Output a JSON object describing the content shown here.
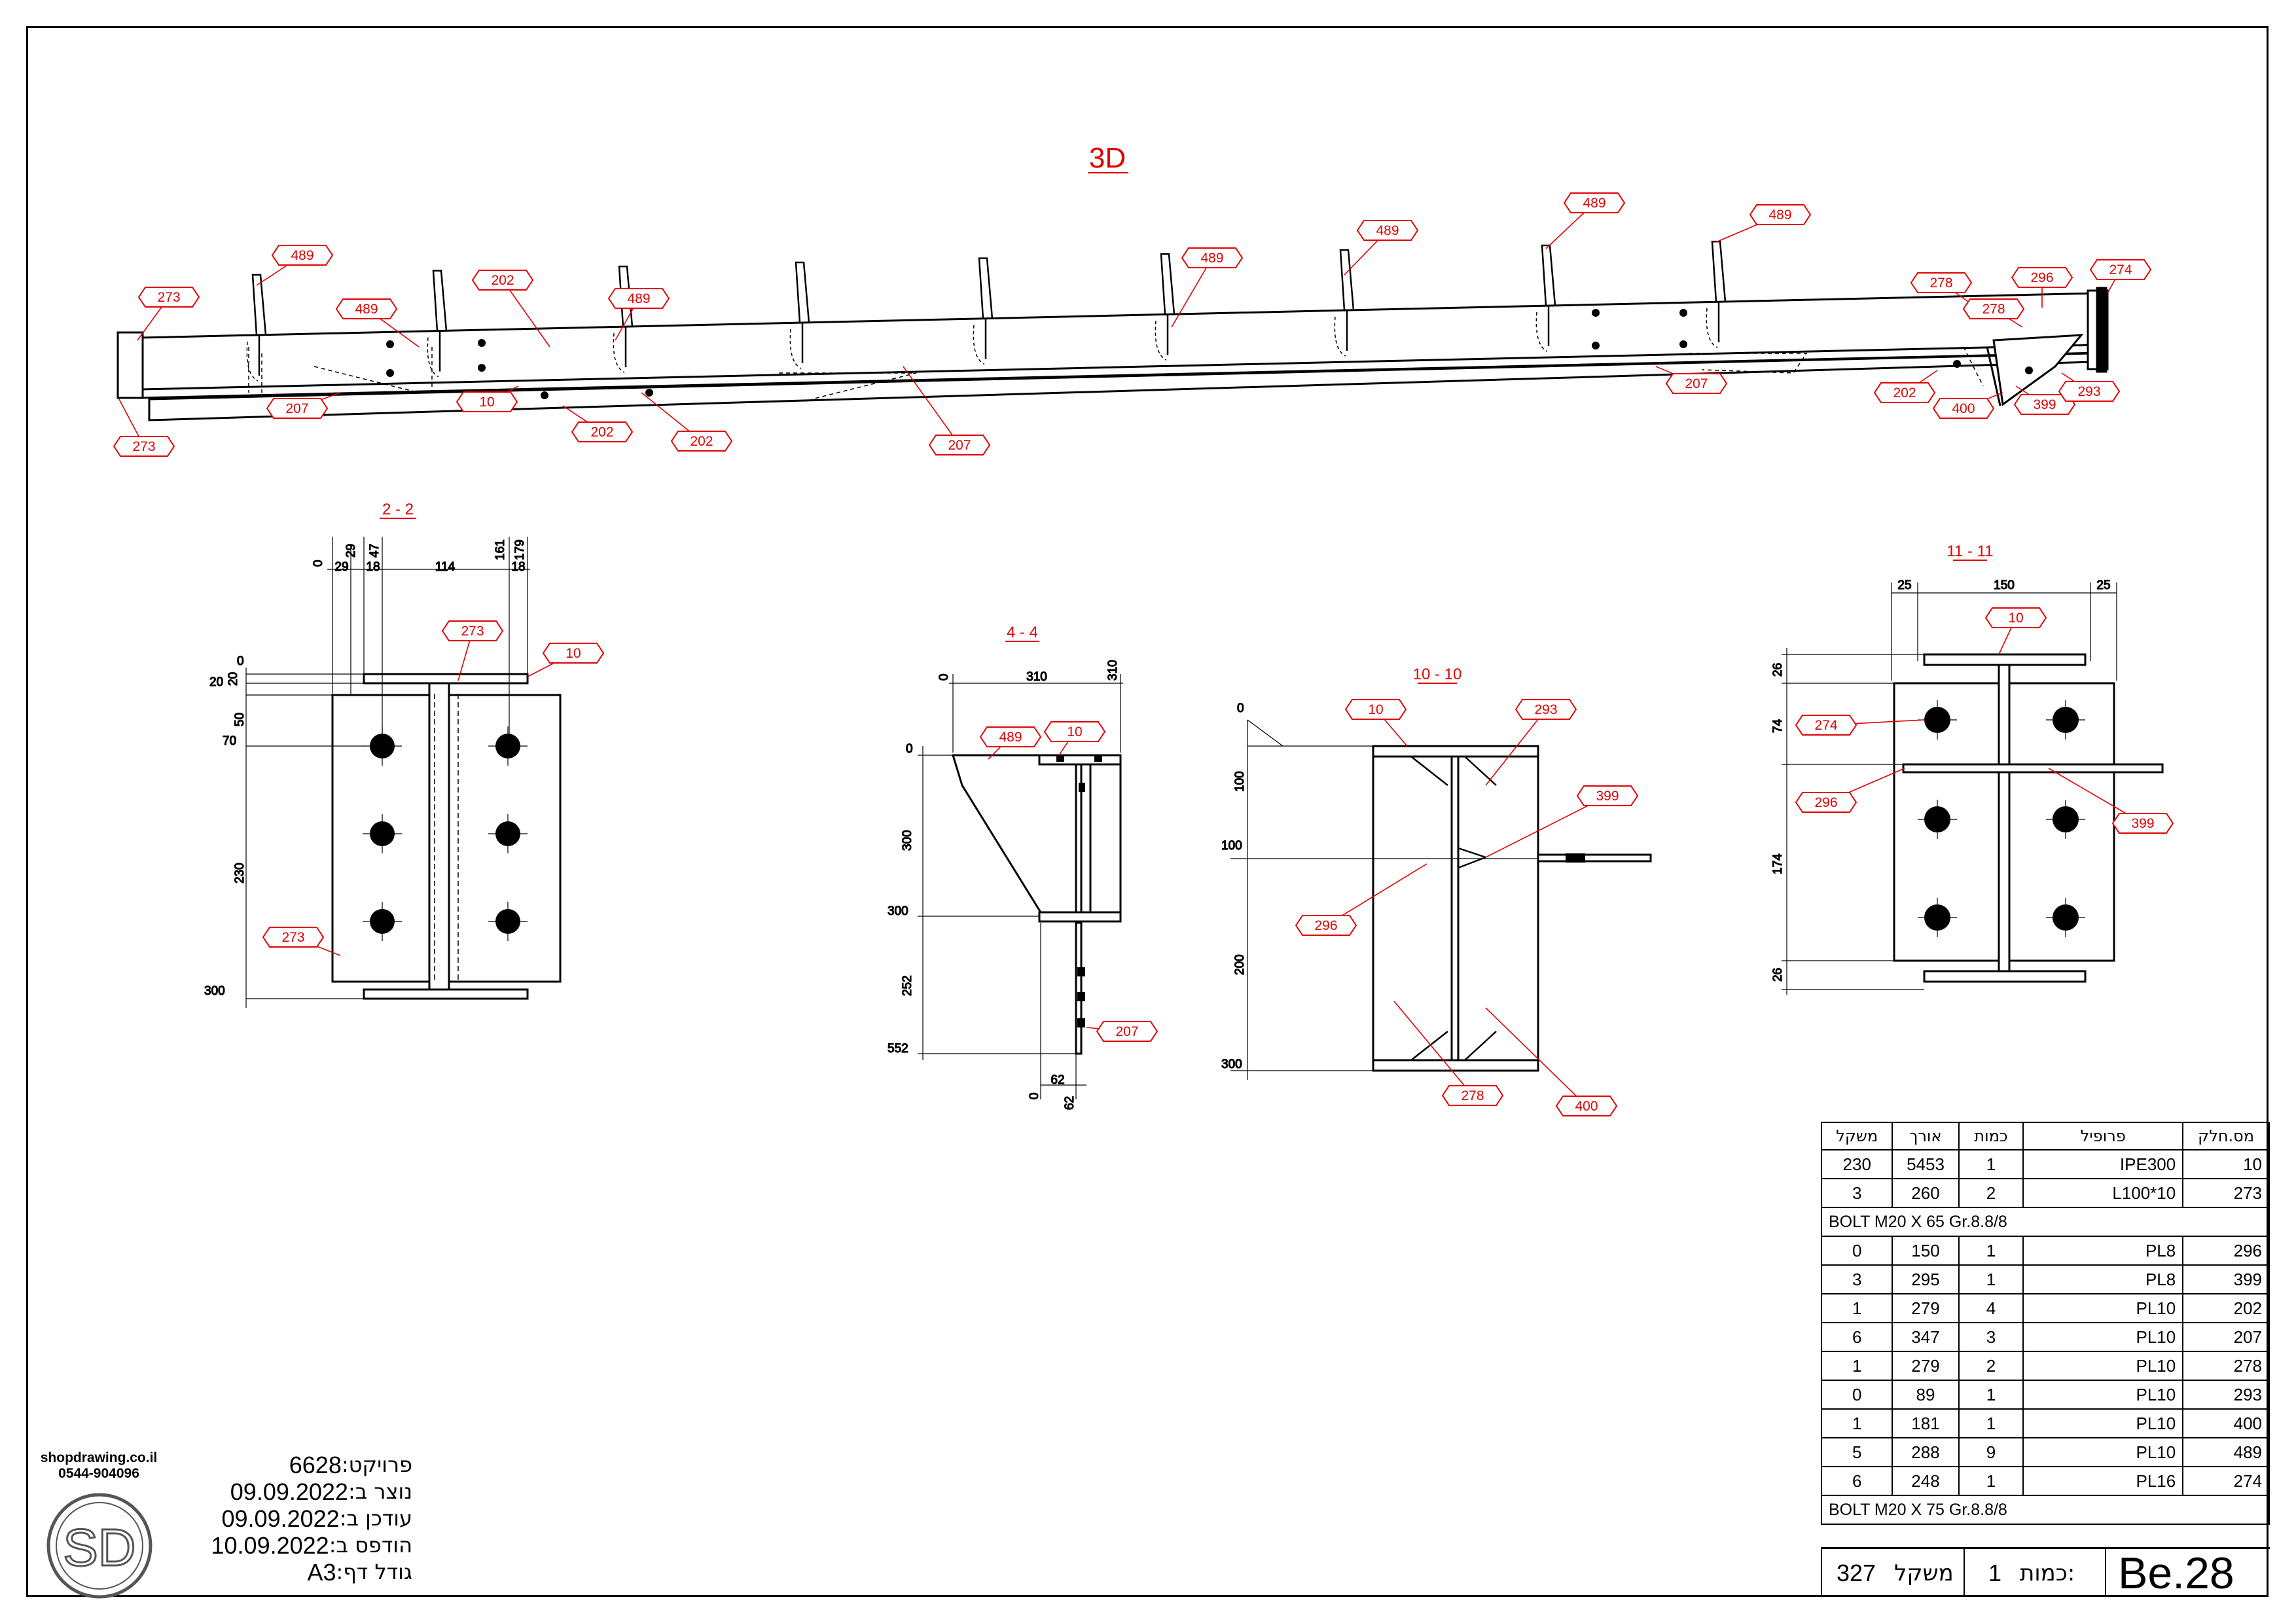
{
  "views": {
    "iso": {
      "title": "3D"
    },
    "s22": {
      "title": "2 - 2"
    },
    "s44": {
      "title": "4 - 4"
    },
    "s1010": {
      "title": "10 - 10"
    },
    "s1111": {
      "title": "11 - 11"
    }
  },
  "iso_tags": [
    {
      "t": "273"
    },
    {
      "t": "273"
    },
    {
      "t": "489"
    },
    {
      "t": "489"
    },
    {
      "t": "489"
    },
    {
      "t": "202"
    },
    {
      "t": "207"
    },
    {
      "t": "10"
    },
    {
      "t": "202"
    },
    {
      "t": "202"
    },
    {
      "t": "207"
    },
    {
      "t": "489"
    },
    {
      "t": "489"
    },
    {
      "t": "489"
    },
    {
      "t": "489"
    },
    {
      "t": "207"
    },
    {
      "t": "278"
    },
    {
      "t": "278"
    },
    {
      "t": "296"
    },
    {
      "t": "274"
    },
    {
      "t": "202"
    },
    {
      "t": "400"
    },
    {
      "t": "399"
    },
    {
      "t": "293"
    }
  ],
  "s22": {
    "tags": {
      "a": "273",
      "b": "10",
      "c": "273"
    },
    "top_dims": [
      "0",
      "29",
      "47",
      "18",
      "114",
      "161",
      "179",
      "18"
    ],
    "top_sub": [
      "29"
    ],
    "left_dims": [
      "0",
      "20",
      "20",
      "50",
      "70",
      "230",
      "300"
    ]
  },
  "s44": {
    "tags": {
      "a": "489",
      "b": "10",
      "c": "207"
    },
    "top_dims": [
      "0",
      "310",
      "310"
    ],
    "left_dims": [
      "0",
      "300",
      "300",
      "252",
      "552"
    ],
    "bottom_dims": [
      "0",
      "62",
      "62"
    ]
  },
  "s1010": {
    "tags": {
      "a": "10",
      "b": "293",
      "c": "399",
      "d": "296",
      "e": "278",
      "f": "400"
    },
    "left_dims": [
      "0",
      "100",
      "100",
      "200",
      "300"
    ]
  },
  "s1111": {
    "tags": {
      "a": "10",
      "b": "274",
      "c": "296",
      "d": "399"
    },
    "top_dims": [
      "25",
      "150",
      "25"
    ],
    "left_dims": [
      "26",
      "74",
      "174",
      "26"
    ]
  },
  "parts": {
    "headers": [
      "משקל",
      "אורך",
      "כמות",
      "פרופיל",
      "מס.חלק"
    ],
    "rows1": [
      [
        "230",
        "5453",
        "1",
        "IPE300",
        "10"
      ],
      [
        "3",
        "260",
        "2",
        "L100*10",
        "273"
      ]
    ],
    "bolt1": "BOLT M20 X 65 Gr.8.8/8",
    "rows2": [
      [
        "0",
        "150",
        "1",
        "PL8",
        "296"
      ],
      [
        "3",
        "295",
        "1",
        "PL8",
        "399"
      ],
      [
        "1",
        "279",
        "4",
        "PL10",
        "202"
      ],
      [
        "6",
        "347",
        "3",
        "PL10",
        "207"
      ],
      [
        "1",
        "279",
        "2",
        "PL10",
        "278"
      ],
      [
        "0",
        "89",
        "1",
        "PL10",
        "293"
      ],
      [
        "1",
        "181",
        "1",
        "PL10",
        "400"
      ],
      [
        "5",
        "288",
        "9",
        "PL10",
        "489"
      ],
      [
        "6",
        "248",
        "1",
        "PL16",
        "274"
      ]
    ],
    "bolt2": "BOLT M20 X 75 Gr.8.8/8"
  },
  "summary": {
    "weight_value": "327",
    "weight_label": "משקל",
    "qty_value": "1",
    "qty_label": "כמות:",
    "sheet_id": "Be.28"
  },
  "meta": {
    "project_label": ":פרויקט",
    "project_value": "6628",
    "created_label": ":נוצר ב",
    "created_value": "09.09.2022",
    "updated_label": ":עודכן ב",
    "updated_value": "09.09.2022",
    "printed_label": ":הודפס ב",
    "printed_value": "10.09.2022",
    "size_label": ":גודל דף",
    "size_value": "A3"
  },
  "logo": {
    "site": "shopdrawing.co.il",
    "phone": "0544-904096",
    "mark": "SD"
  },
  "colors": {
    "tag": "#e00000",
    "line": "#000000"
  }
}
